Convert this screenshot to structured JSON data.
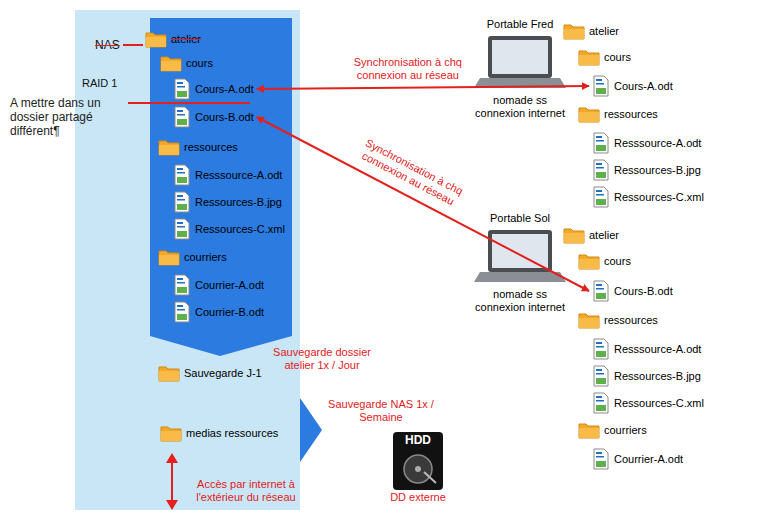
{
  "diagram": {
    "nodes": [
      {
        "text": [
          "NAS",
          "RAID 1"
        ]
      },
      {
        "text": [
          "atelier"
        ],
        "in": 0
      },
      {
        "text": [
          "cours"
        ],
        "in": 0
      },
      {
        "text": [
          "Cours-A.odt"
        ],
        "in": 0
      },
      {
        "text": [
          "Cours-B.odt"
        ],
        "in": 0
      },
      {
        "text": [
          "ressources"
        ],
        "in": 0
      },
      {
        "text": [
          "Resssource-A.odt"
        ],
        "in": 0
      },
      {
        "text": [
          "Ressources-B.jpg"
        ],
        "in": 0
      },
      {
        "text": [
          "Ressources-C.xml"
        ],
        "in": 0
      },
      {
        "text": [
          "courriers"
        ],
        "in": 0
      },
      {
        "text": [
          "Courrier-A.odt"
        ],
        "in": 0
      },
      {
        "text": [
          "Courrier-B.odt"
        ],
        "in": 0
      },
      {
        "text": [
          "Sauvegarde J-1"
        ],
        "in": 0
      },
      {
        "text": [
          "medias ressources"
        ],
        "in": 0
      },
      {
        "text": [
          "HDD",
          "DD externe"
        ]
      },
      {
        "text": [
          "Portable Fred",
          "nomade ss connexion internet"
        ]
      },
      {
        "text": [
          "atelier"
        ]
      },
      {
        "text": [
          "cours"
        ]
      },
      {
        "text": [
          "Cours-A.odt"
        ]
      },
      {
        "text": [
          "ressources"
        ]
      },
      {
        "text": [
          "Resssource-A.odt"
        ]
      },
      {
        "text": [
          "Ressources-B.jpg"
        ]
      },
      {
        "text": [
          "Ressources-C.xml"
        ]
      },
      {
        "text": [
          "Portable Sol",
          "nomade ss connexion internet"
        ]
      },
      {
        "text": [
          "atelier"
        ]
      },
      {
        "text": [
          "cours"
        ]
      },
      {
        "text": [
          "Cours-B.odt"
        ]
      },
      {
        "text": [
          "ressources"
        ]
      },
      {
        "text": [
          "Resssource-A.odt"
        ]
      },
      {
        "text": [
          "Ressources-B.jpg"
        ]
      },
      {
        "text": [
          "Ressources-C.xml"
        ]
      },
      {
        "text": [
          "courriers"
        ]
      },
      {
        "text": [
          "Courrier-A.odt"
        ]
      }
    ],
    "edges": [
      {
        "from": 3,
        "to": 18,
        "arrow": "both",
        "label": "Synchronisation à chq connexion au réseau"
      },
      {
        "from": 4,
        "to": 26,
        "arrow": "both",
        "label": "Synchronisation à chq connexion au réseau"
      }
    ],
    "labels": [
      "A mettre dans un dossier partagé différent¶",
      "Sauvegarde dossier atelier 1x / Jour",
      "Sauvegarde NAS 1x / Semaine",
      "Accès par internet à l'extérieur du réseau"
    ]
  }
}
